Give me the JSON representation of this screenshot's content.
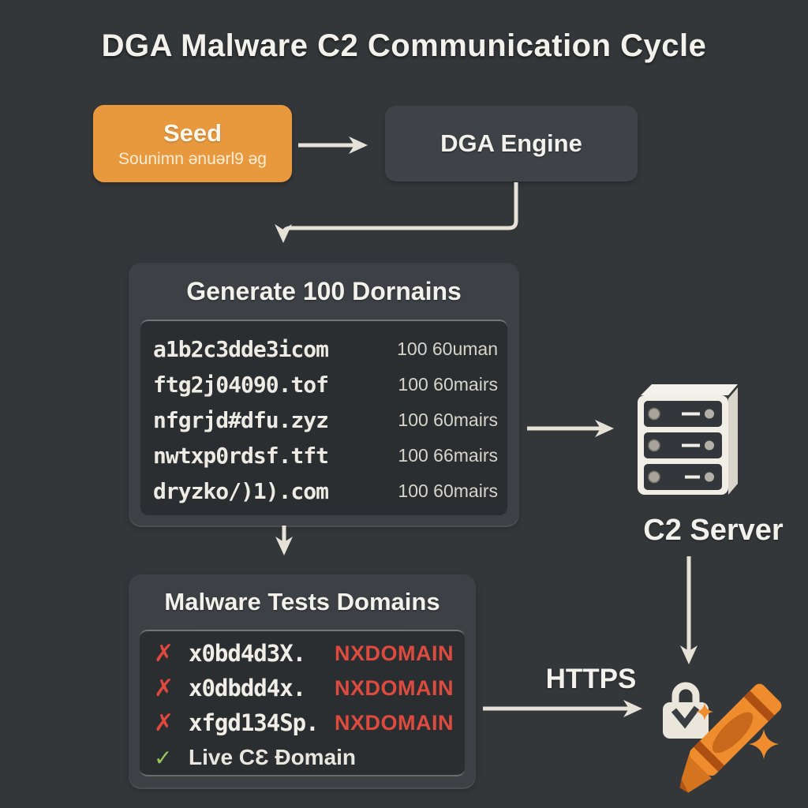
{
  "title": "DGA Malware C2 Communication Cycle",
  "seed_box": {
    "title": "Seed",
    "subtitle": "Sounimn ǝnuǝrl9 ǝg"
  },
  "dga_box": {
    "title": "DGA Engine"
  },
  "generate_box": {
    "title": "Generate 100 Dornains",
    "rows": [
      {
        "domain": "a1b2c3dde3icom",
        "note": "100 60uman"
      },
      {
        "domain": "ftg2j04090.tof",
        "note": "100 60mairs"
      },
      {
        "domain": "nfgrjd#dfu.zyz",
        "note": "100 60mairs"
      },
      {
        "domain": "nwtxp0rdsf.tft",
        "note": "100 66mairs"
      },
      {
        "domain": "dryzko/)1).com",
        "note": "100 60mairs"
      }
    ]
  },
  "test_box": {
    "title": "Malware Tests Domains",
    "rows": [
      {
        "mark": "✗",
        "domain": "x0bd4d3X.",
        "status": "NXDOMAIN"
      },
      {
        "mark": "✗",
        "domain": "x0dbdd4x.",
        "status": "NXDOMAIN"
      },
      {
        "mark": "✗",
        "domain": "xfgd134Sp.",
        "status": "NXDOMAIN"
      },
      {
        "mark": "✓",
        "domain": "Live CƐ Ɖomain",
        "status": ""
      }
    ]
  },
  "c2_server": {
    "label": "C2 Server"
  },
  "https_label": "HTTPS",
  "icons": {
    "server": "server-rack-icon",
    "lock": "padlock-check-icon",
    "crayon": "crayon-watermark",
    "fail": "x-mark-icon",
    "success": "check-icon"
  },
  "colors": {
    "background": "#34373a",
    "box_gray": "#3d4145",
    "panel_dark": "#2b2e31",
    "accent_orange": "#e8993e",
    "arrow_cream": "#e6e2d8",
    "error_red": "#e0483d",
    "success_green": "#98c65a",
    "text_cream": "#f3f1ec"
  }
}
